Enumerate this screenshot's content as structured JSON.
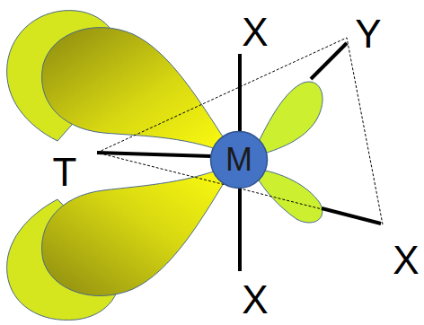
{
  "diagram": {
    "nodes": [
      {
        "text": [
          "M"
        ]
      }
    ],
    "labels": [
      "X",
      "Y",
      "T",
      "X",
      "X"
    ]
  }
}
